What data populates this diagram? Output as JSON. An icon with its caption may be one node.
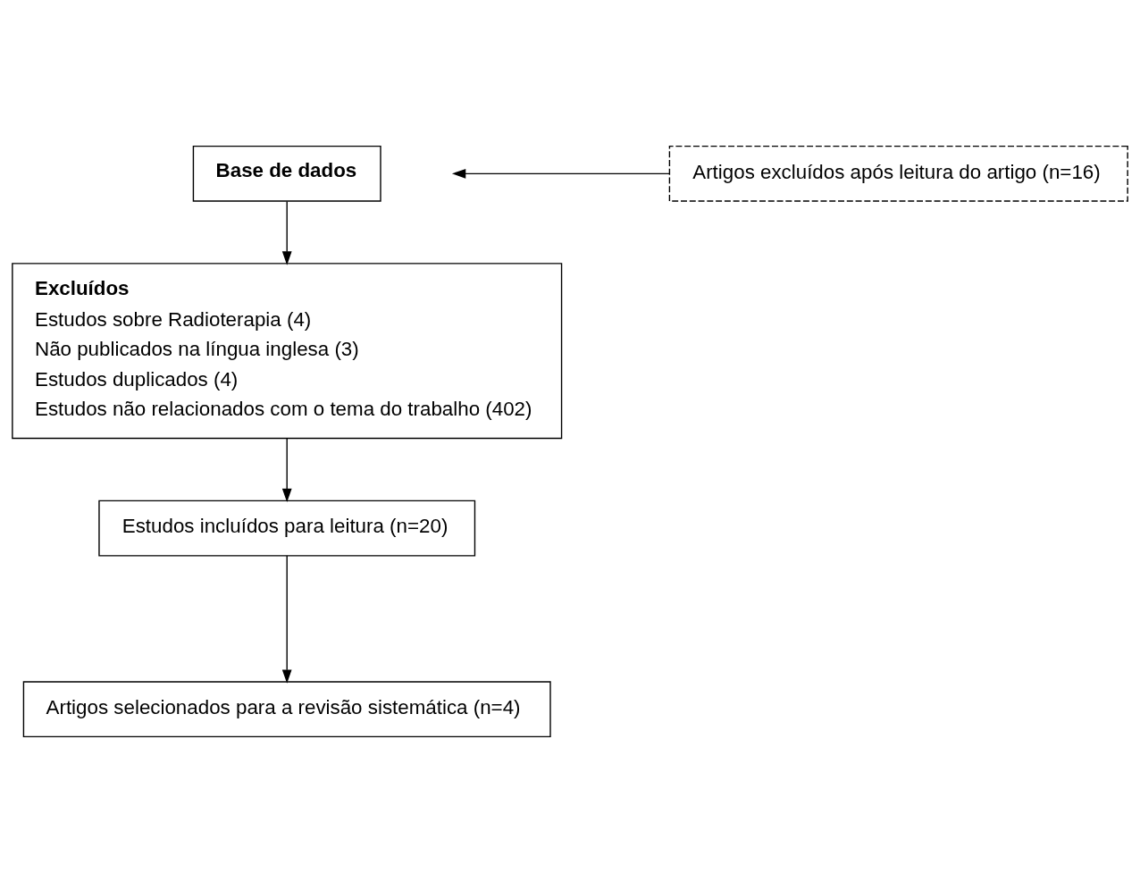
{
  "diagram": {
    "nodes": [
      {
        "text": [
          "Base de dados"
        ]
      },
      {
        "text": [
          "Excluídos",
          "Estudos sobre Radioterapia (4)",
          "Não publicados na língua inglesa (3)",
          "Estudos duplicados (4)",
          "Estudos não relacionados com o tema do trabalho (402)"
        ]
      },
      {
        "text": [
          "Estudos incluídos para leitura (n=20)"
        ]
      },
      {
        "text": [
          "Artigos excluídos após leitura do artigo (n=16)"
        ]
      },
      {
        "text": [
          "Artigos selecionados para a revisão sistemática (n=4)"
        ]
      }
    ],
    "edges": [
      {
        "from": 0,
        "to": 1,
        "arrow": "to"
      },
      {
        "from": 1,
        "to": 2,
        "arrow": "to"
      },
      {
        "from": 2,
        "to": 4,
        "arrow": "to"
      },
      {
        "from": 3,
        "to": null,
        "arrow": "to"
      }
    ]
  }
}
